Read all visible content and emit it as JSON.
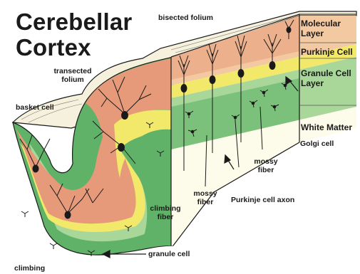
{
  "title": {
    "line1": "Cerebellar",
    "line2": "Cortex"
  },
  "labels": {
    "bisected_folium": "bisected folium",
    "transected_folium": [
      "transected",
      "folium"
    ],
    "basket_cell": "basket cell",
    "climbing_fiber_center": [
      "climbing",
      "fiber"
    ],
    "climbing_bottom": "climbing",
    "granule_cell": "granule cell",
    "mossy_fiber_center": [
      "mossy",
      "fiber"
    ],
    "mossy_fiber_right": [
      "mossy",
      "fiber"
    ],
    "purkinje_axon": "Purkinje cell axon",
    "golgi_cell": "Golgi cell"
  },
  "layers": {
    "molecular": [
      "Molecular",
      "Layer"
    ],
    "purkinje": "Purkinje Cell",
    "granule": [
      "Granule Cell",
      "Layer"
    ],
    "white_matter": "White Matter"
  },
  "colors": {
    "molecular_layer": "#e79a7a",
    "molecular_light": "#f3c9a2",
    "purkinje_layer": "#f2e86a",
    "granule_layer": "#5fb267",
    "granule_light": "#a9d79a",
    "white_matter": "#fdfbe9",
    "outline": "#1a1a1a"
  }
}
